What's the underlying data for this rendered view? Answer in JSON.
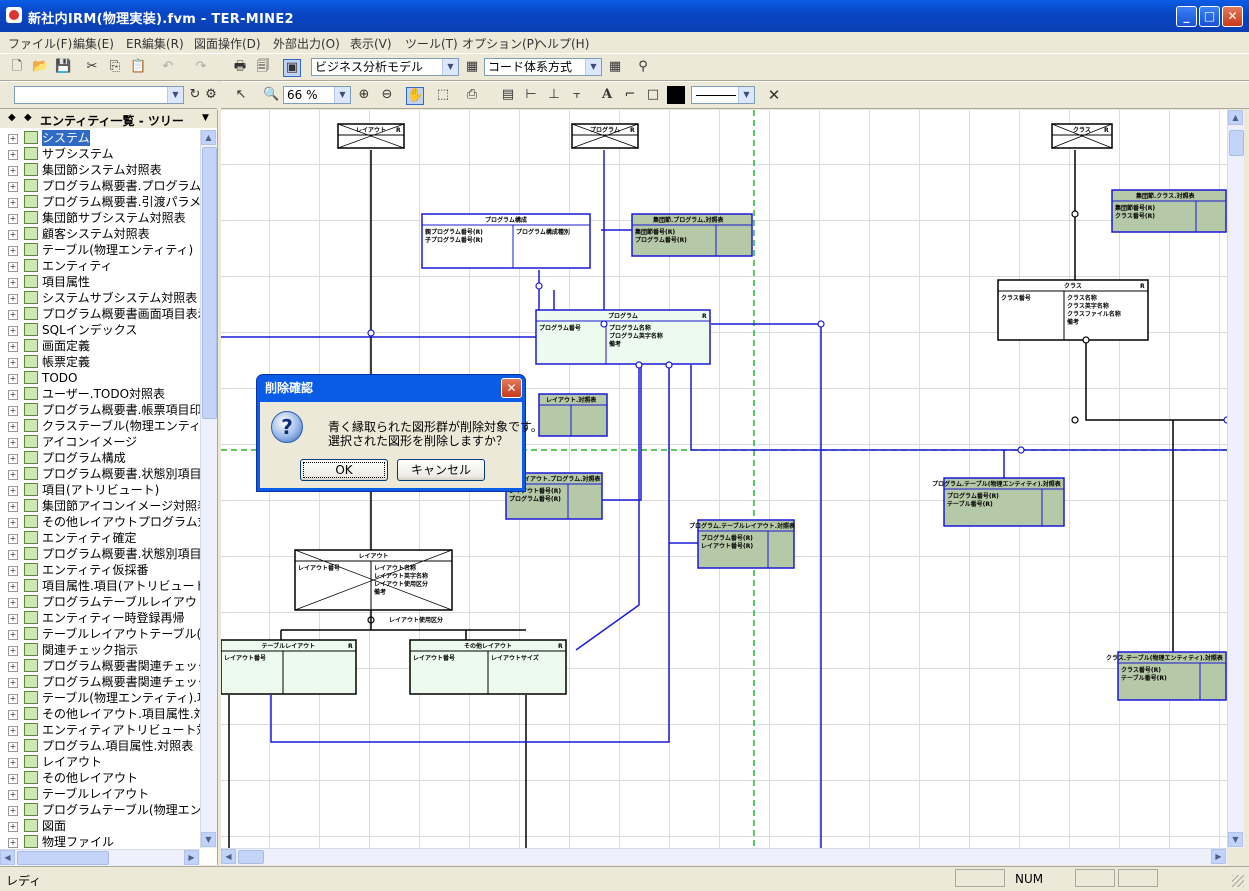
{
  "window": {
    "title": "新社内IRM(物理実装).fvm - TER-MINE2"
  },
  "menu": [
    "ファイル(F)",
    "編集(E)",
    "ER編集(R)",
    "図面操作(D)",
    "外部出力(O)",
    "表示(V)",
    "ツール(T)",
    "オプション(P)",
    "ヘルプ(H)"
  ],
  "toolbar": {
    "model_select": "ビジネス分析モデル",
    "system_select": "コード体系方式"
  },
  "canvas_toolbar": {
    "zoom": "66 %"
  },
  "panel": {
    "header": "エンティティ一覧 - ツリー"
  },
  "tree_items": [
    "システム",
    "サブシステム",
    "集団節システム対照表",
    "プログラム概要書.プログラムアクセ",
    "プログラム概要書.引渡パラメータ",
    "集団節サブシステム対照表",
    "顧客システム対照表",
    "テーブル(物理エンティティ)",
    "エンティティ",
    "項目属性",
    "システムサブシステム対照表",
    "プログラム概要書画面項目表示",
    "SQLインデックス",
    "画面定義",
    "帳票定義",
    "TODO",
    "ユーザー.TODO対照表",
    "プログラム概要書.帳票項目印字",
    "クラステーブル(物理エンティティ)",
    "アイコンイメージ",
    "プログラム構成",
    "プログラム概要書.状態別項目入",
    "項目(アトリビュート)",
    "集団節アイコンイメージ対照表",
    "その他レイアウトプログラム対照表",
    "エンティティ確定",
    "プログラム概要書.状態別項目入",
    "エンティティ仮採番",
    "項目属性.項目(アトリビュート)対",
    "プログラムテーブルレイアウト対照",
    "エンティティー時登録再帰",
    "テーブルレイアウトテーブル(物理",
    "関連チェック指示",
    "プログラム概要書関連チェック指示",
    "プログラム概要書関連チェック指示",
    "テーブル(物理エンティティ).項目(",
    "その他レイアウト.項目属性.対照表",
    "エンティティアトリビュート対照表",
    "プログラム.項目属性.対照表",
    "レイアウト",
    "その他レイアウト",
    "テーブルレイアウト",
    "プログラムテーブル(物理エンティティ",
    "図面",
    "物理ファイル"
  ],
  "status": {
    "text": "レディ",
    "num": "NUM"
  },
  "dialog": {
    "title": "削除確認",
    "message1": "青く縁取られた図形群が削除対象です。",
    "message2": "選択された図形を削除しますか？",
    "ok": "OK",
    "cancel": "キャンセル"
  },
  "diagram": {
    "entities": [
      {
        "id": "layout-top",
        "name": "レイアウト",
        "flag": "R",
        "style": "crossed"
      },
      {
        "id": "program-top",
        "name": "プログラム",
        "flag": "R",
        "style": "crossed"
      },
      {
        "id": "class-top",
        "name": "クラス",
        "flag": "R",
        "style": "crossed"
      },
      {
        "id": "program-structure",
        "name": "プログラム構成",
        "pk": [
          "親プログラム番号(R)",
          "子プログラム番号(R)"
        ],
        "attrs": [
          "プログラム構成種別"
        ],
        "style": "white"
      },
      {
        "id": "collect-program",
        "name": "集団節.プログラム.対照表",
        "pk": [
          "集団節番号(R)",
          "プログラム番号(R)"
        ],
        "attrs": [],
        "style": "green"
      },
      {
        "id": "program",
        "name": "プログラム",
        "flag": "R",
        "pk": [
          "プログラム番号"
        ],
        "attrs": [
          "プログラム名称",
          "プログラム英字名称",
          "備考"
        ],
        "style": "light"
      },
      {
        "id": "collect-class",
        "name": "集団節.クラス.対照表",
        "pk": [
          "集団節番号(R)",
          "クラス番号(R)"
        ],
        "attrs": [],
        "style": "green"
      },
      {
        "id": "class",
        "name": "クラス",
        "flag": "R",
        "pk": [
          "クラス番号"
        ],
        "attrs": [
          "クラス名称",
          "クラス英字名称",
          "クラスファイル名称",
          "備考"
        ],
        "style": "white"
      },
      {
        "id": "layout-table",
        "name": "レイアウト.対照表",
        "pk": [],
        "attrs": [],
        "style": "green"
      },
      {
        "id": "layout-program",
        "name": "その他レイアウト.プログラム.対照表",
        "pk": [
          "レイアウト番号(R)",
          "プログラム番号(R)"
        ],
        "attrs": [],
        "style": "green"
      },
      {
        "id": "program-table-layout",
        "name": "プログラム.テーブルレイアウト.対照表",
        "pk": [
          "プログラム番号(R)",
          "レイアウト番号(R)"
        ],
        "attrs": [],
        "style": "green"
      },
      {
        "id": "program-table-entity",
        "name": "プログラム.テーブル(物理エンティティ).対照表",
        "pk": [
          "プログラム番号(R)",
          "テーブル番号(R)"
        ],
        "attrs": [],
        "style": "green"
      },
      {
        "id": "layout",
        "name": "レイアウト",
        "pk": [
          "レイアウト番号"
        ],
        "attrs": [
          "レイアウト名称",
          "レイアウト英字名称",
          "レイアウト使用区分",
          "備考"
        ],
        "style": "crossed"
      },
      {
        "id": "table-layout",
        "name": "テーブルレイアウト",
        "flag": "R",
        "pk": [
          "レイアウト番号"
        ],
        "attrs": [],
        "style": "light"
      },
      {
        "id": "other-layout",
        "name": "その他レイアウト",
        "flag": "R",
        "pk": [
          "レイアウト番号"
        ],
        "attrs": [
          "レイアウトサイズ"
        ],
        "style": "light"
      },
      {
        "id": "class-table",
        "name": "クラス.テーブル(物理エンティティ).対照表",
        "pk": [
          "クラス番号(R)",
          "テーブル番号(R)"
        ],
        "attrs": [],
        "style": "green"
      }
    ],
    "subtype_label": "レイアウト使用区分"
  }
}
